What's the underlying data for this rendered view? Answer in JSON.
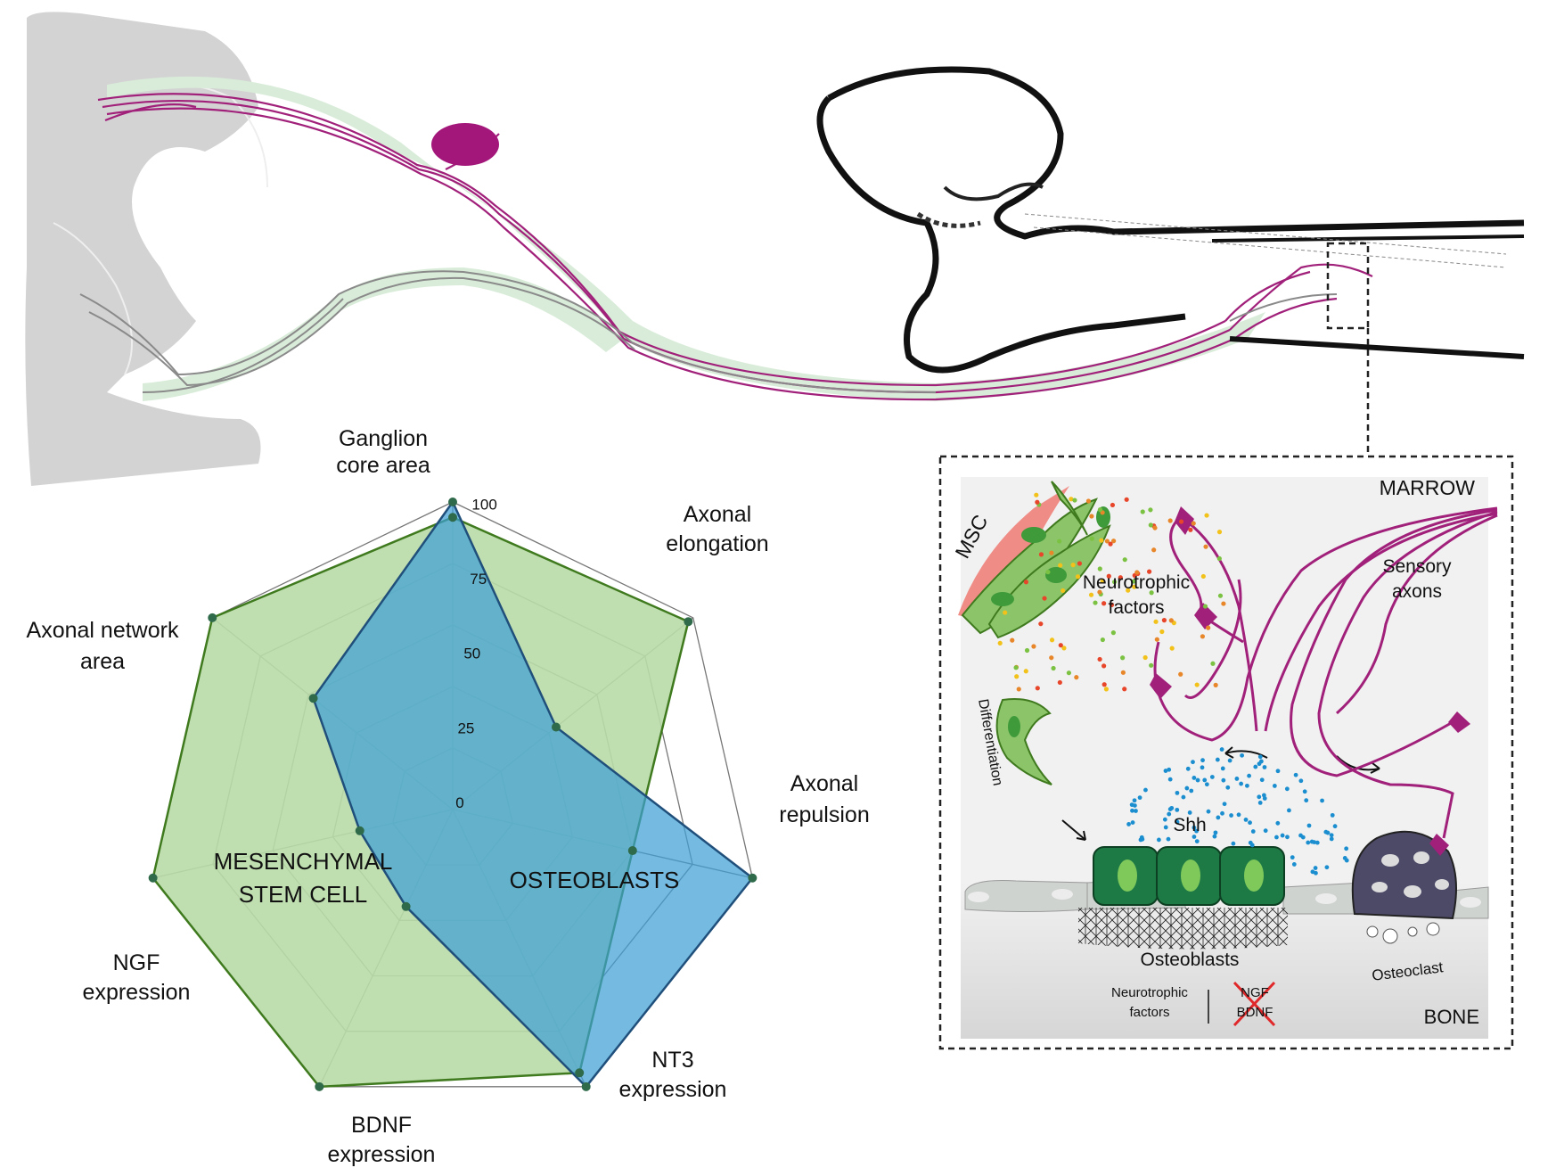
{
  "radar": {
    "axes": [
      {
        "line1": "Ganglion",
        "line2": "core area"
      },
      {
        "line1": "Axonal",
        "line2": "elongation"
      },
      {
        "line1": "Axonal",
        "line2": "repulsion"
      },
      {
        "line1": "NT3",
        "line2": "expression"
      },
      {
        "line1": "BDNF",
        "line2": "expression"
      },
      {
        "line1": "NGF",
        "line2": "expression"
      },
      {
        "line1": "Axonal network",
        "line2": "area"
      }
    ],
    "ticks": [
      "0",
      "25",
      "50",
      "75",
      "100"
    ],
    "group_labels": {
      "msc_line1": "MESENCHYMAL",
      "msc_line2": "STEM CELL",
      "osteoblasts": "OSTEOBLASTS"
    },
    "colors": {
      "msc_fill": "#b9dca8",
      "msc_stroke": "#3f7a1e",
      "ob_fill": "#3f9fd6",
      "ob_stroke": "#1f4f7a",
      "point": "#2f6b4a",
      "web": "#777777"
    }
  },
  "chart_data": {
    "type": "radar",
    "categories": [
      "Ganglion core area",
      "Axonal elongation",
      "Axonal repulsion",
      "NT3 expression",
      "BDNF expression",
      "NGF expression",
      "Axonal network area"
    ],
    "range": [
      0,
      100
    ],
    "series": [
      {
        "name": "MESENCHYMAL STEM CELL",
        "values": [
          95,
          98,
          60,
          95,
          100,
          100,
          100
        ]
      },
      {
        "name": "OSTEOBLASTS",
        "values": [
          100,
          43,
          100,
          100,
          35,
          31,
          58
        ]
      }
    ]
  },
  "inset": {
    "marrow": "MARROW",
    "bone": "BONE",
    "msc": "MSC",
    "neurotrophic_1": "Neurotrophic",
    "neurotrophic_2": "factors",
    "sensory_1": "Sensory",
    "sensory_2": "axons",
    "differentiation": "Differentiation",
    "shh": "Shh",
    "osteoblasts": "Osteoblasts",
    "osteoclast": "Osteoclast",
    "nf_1": "Neurotrophic",
    "nf_2": "factors",
    "ngf": "NGF",
    "bdnf": "BDNF",
    "colors": {
      "axon": "#a0207a",
      "osteoblast": "#1e7a45",
      "msc": "#8cc46a",
      "osteoclast": "#4d4a68",
      "shh": "#1b8ed0"
    }
  },
  "top": {
    "colors": {
      "spinal_cord": "#d3d3d3",
      "ganglion": "#a3177a",
      "axon": "#a0207a",
      "motor": "#8a8a8a",
      "sheath": "#d9ecd9"
    }
  }
}
